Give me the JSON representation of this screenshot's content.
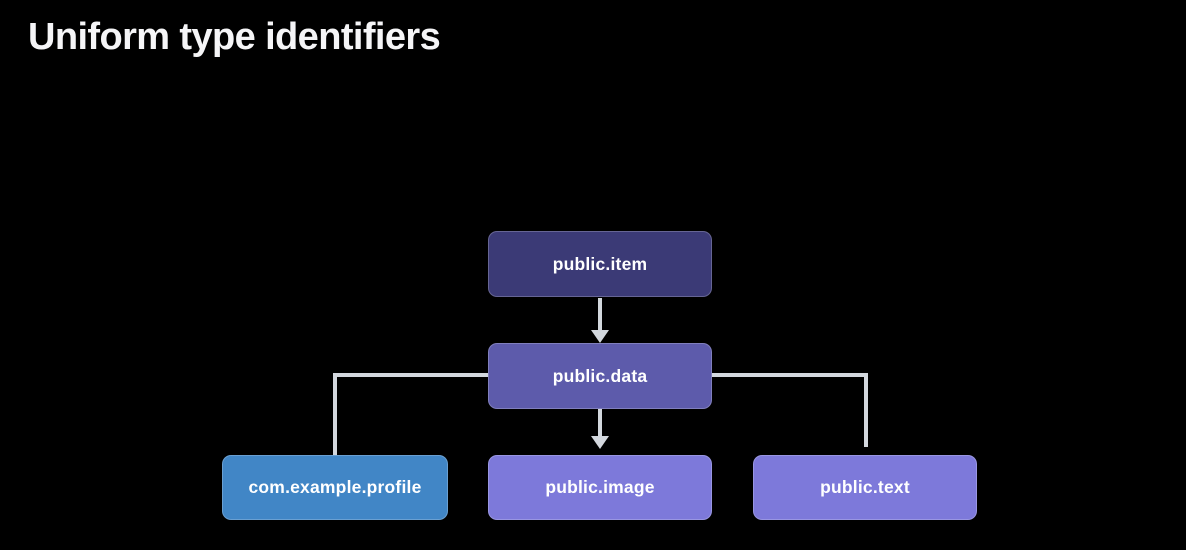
{
  "title": "Uniform type identifiers",
  "colors": {
    "background": "#000000",
    "title_text": "#f5f5f7",
    "node_text": "#ffffff",
    "connector": "#d3d8de",
    "node_public_item": "#3b3a76",
    "node_public_data": "#5d5bab",
    "node_com_example_profile": "#4186c6",
    "node_public_image": "#7d79da",
    "node_public_text": "#7d79da"
  },
  "nodes": [
    {
      "id": "public-item",
      "label": "public.item",
      "color": "#3b3a76"
    },
    {
      "id": "public-data",
      "label": "public.data",
      "color": "#5d5bab"
    },
    {
      "id": "com-example-profile",
      "label": "com.example.profile",
      "color": "#4186c6"
    },
    {
      "id": "public-image",
      "label": "public.image",
      "color": "#7d79da"
    },
    {
      "id": "public-text",
      "label": "public.text",
      "color": "#7d79da"
    }
  ],
  "edges": [
    {
      "from": "public.item",
      "to": "public.data",
      "arrowhead": true
    },
    {
      "from": "public.data",
      "to": "com.example.profile",
      "arrowhead": false
    },
    {
      "from": "public.data",
      "to": "public.image",
      "arrowhead": true
    },
    {
      "from": "public.data",
      "to": "public.text",
      "arrowhead": false
    }
  ]
}
